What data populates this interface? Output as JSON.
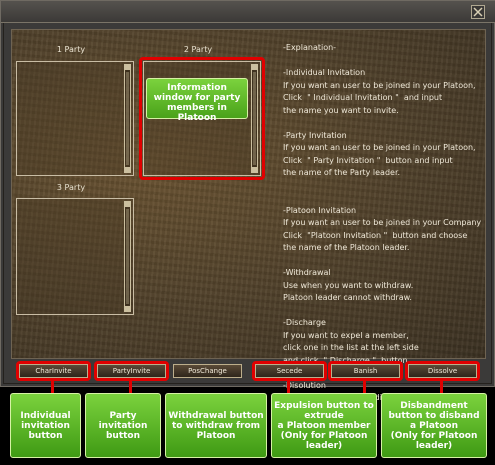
{
  "window": {
    "close_icon": "close-icon"
  },
  "parties": {
    "party1_label": "1 Party",
    "party2_label": "2 Party",
    "party3_label": "3 Party"
  },
  "info_callout": "Information window for party members in Platoon",
  "explanation": "-Explanation-\n\n-Individual Invitation\nIf you want an user to be joined in your Platoon,\nClick  \" Individual Invitation \"  and input\nthe name you want to invite.\n\n-Party Invitation\nIf you want an user to be joined in your Platoon,\nClick  \" Party Invitation \"  button and input\nthe name of the Party leader.\n\n\n-Platoon Invitation\nIf you want an user to be joined in your Company\nClick  \"Platoon Invitation \"  button and choose\nthe name of the Platoon leader.\n\n-Withdrawal\nUse when you want to withdraw.\nPlatoon leader cannot withdraw.\n\n-Discharge\nIf you want to expel a member,\nclick one in the list at the left side\nand click  \" Discharge \"  button.\n\n-Disolution\nUse when you want to dissolve a Platoon.",
  "buttons": {
    "char_invite": "CharInvite",
    "party_invite": "PartyInvite",
    "pos_change": "PosChange",
    "secede": "Secede",
    "discharge": "Banish",
    "dissolve": "Dissolve"
  },
  "annotations": {
    "individual": "Individual invitation button",
    "party": "Party invitation button",
    "withdrawal": "Withdrawal button to withdraw from Platoon",
    "expulsion": "Expulsion button to extrude\na Platoon member\n(Only for Platoon leader)",
    "disband": "Disbandment button to disband\na Platoon\n(Only for Platoon leader)"
  },
  "colors": {
    "highlight_red": "#e00000",
    "annotation_green": "#5cb82a"
  }
}
